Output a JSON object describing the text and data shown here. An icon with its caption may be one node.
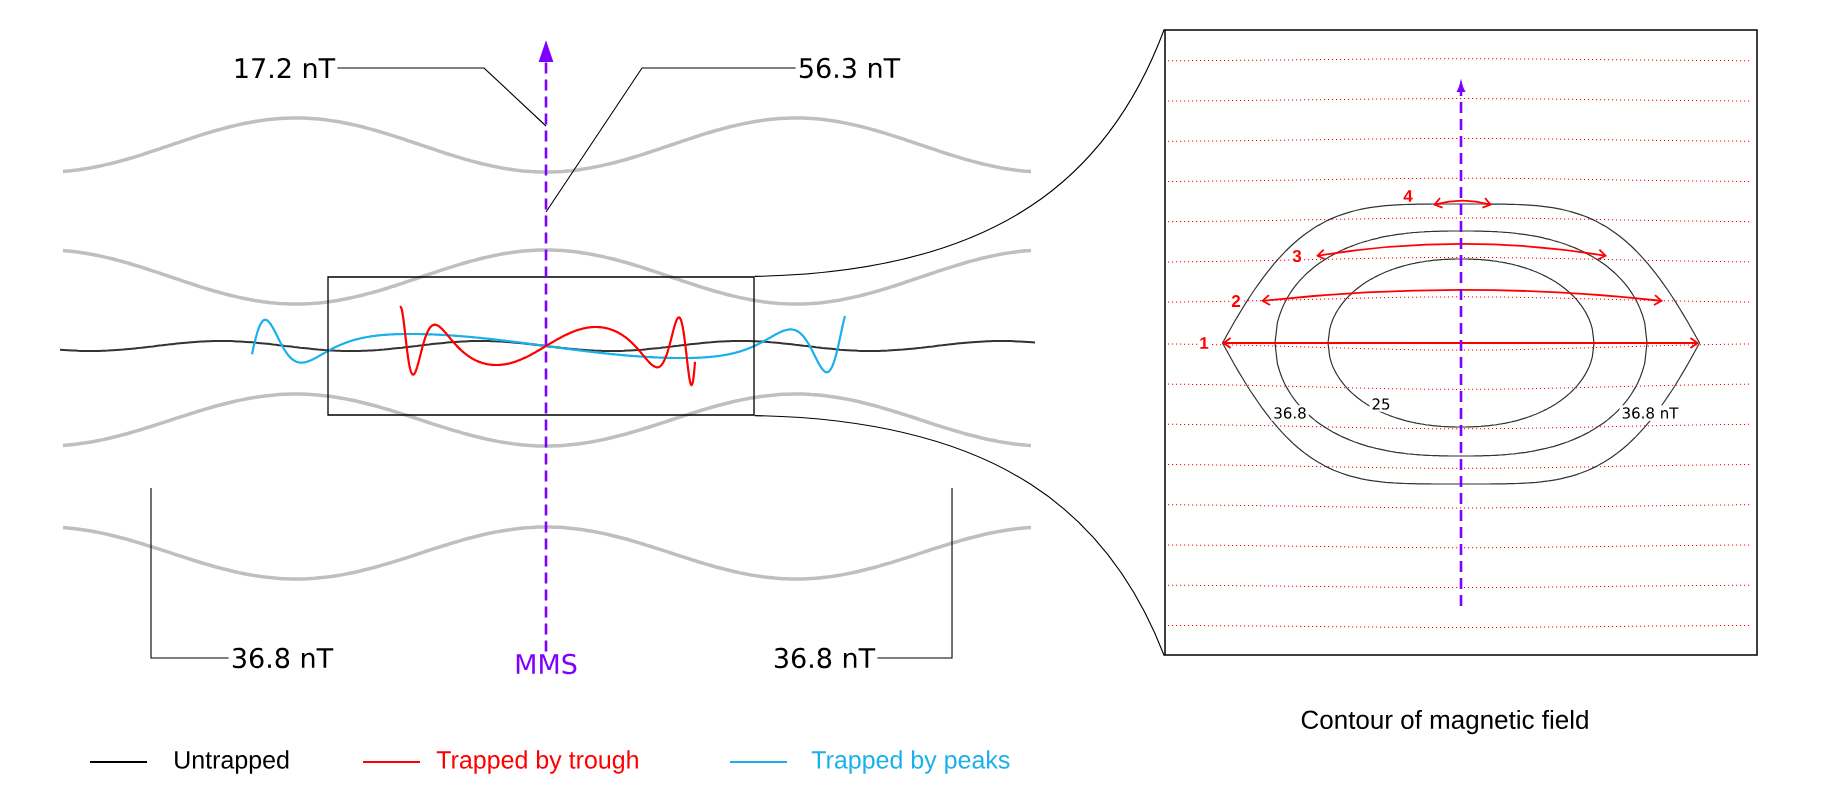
{
  "diagram": {
    "nodes": [
      {
        "text": [
          "17.2 nT"
        ]
      },
      {
        "text": [
          "56.3 nT"
        ]
      },
      {
        "text": [],
        "shape": "box"
      },
      {
        "text": [
          "36.8 nT"
        ]
      },
      {
        "text": [
          "MMS"
        ]
      },
      {
        "text": [
          "36.8 nT"
        ]
      },
      {
        "text": [
          "Contour of magnetic field"
        ]
      }
    ],
    "edges": [
      {
        "from": 0,
        "to": null,
        "arrow": "none"
      },
      {
        "from": 1,
        "to": null,
        "arrow": "none"
      },
      {
        "from": 3,
        "to": null,
        "arrow": "none"
      },
      {
        "from": 5,
        "to": null,
        "arrow": "none"
      },
      {
        "from": 4,
        "to": null,
        "arrow": "to",
        "style": "dashed",
        "color": "#7f00ff"
      },
      {
        "from": 2,
        "to": 6,
        "arrow": "none"
      },
      {
        "from": 2,
        "to": 6,
        "arrow": "none"
      }
    ],
    "labels": [
      "4",
      "3",
      "2",
      "1",
      "36.8",
      "25",
      "36.8 nT"
    ],
    "legend": [
      {
        "text": "Untrapped"
      },
      {
        "text": "Trapped by trough"
      },
      {
        "text": "Trapped by peaks"
      }
    ]
  }
}
